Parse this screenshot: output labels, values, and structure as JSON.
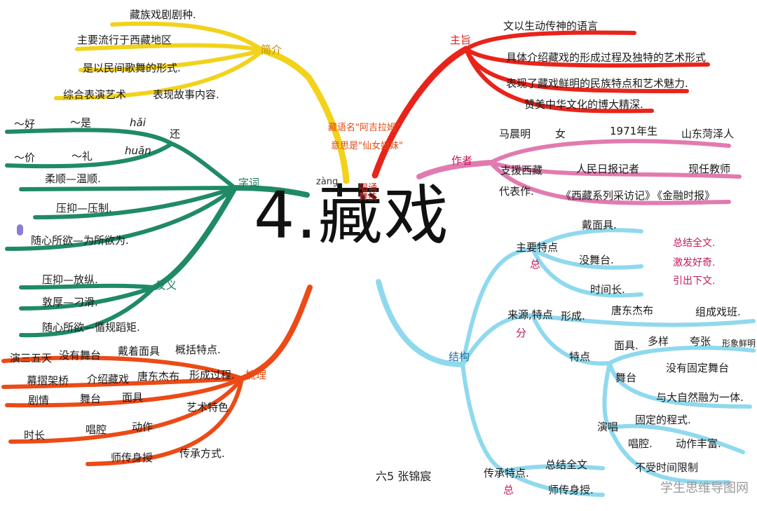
{
  "title": "4.藏戏",
  "title_pinyin": "zàng",
  "signature": "六5 张锦宸",
  "watermark": "学生思维导图网",
  "center_notes": [
    "藏语名\"阿吉拉姆\"",
    "意思是\"仙女姐妹\""
  ],
  "branches": {
    "jianjie": {
      "label": "简介",
      "items": [
        "藏族戏剧剧种.",
        "主要流行于西藏地区",
        "是以民间歌舞的形式.",
        "综合表演艺术",
        "表现故事内容."
      ]
    },
    "zhuzhi": {
      "label": "主旨",
      "items": [
        "文以生动传神的语言",
        "具体介绍藏戏的形成过程及独特的艺术形式",
        "表现了藏戏鲜明的民族特点和艺术魅力.",
        "赞美中华文化的博大精深."
      ]
    },
    "zuozhe": {
      "label": "作者",
      "row1": [
        "马晨明",
        "女",
        "1971年生",
        "山东菏泽人"
      ],
      "row2": [
        "支援西藏",
        "人民日报记者",
        "现任教师"
      ],
      "row3": [
        "代表作.",
        "《西藏系列采访记》",
        "《金融时报》"
      ]
    },
    "ziyin": {
      "label": "字词",
      "pinyin": [
        "hǎi",
        "huān"
      ],
      "items": [
        "～好",
        "～是",
        "还",
        "～价",
        "～礼",
        "柔顺—温顺.",
        "压抑—压制.",
        "随心所欲—为所欲为."
      ]
    },
    "fanyi": {
      "label": "反义",
      "items": [
        "压抑—放纵.",
        "敦厚—刁滑.",
        "随心所欲—循规蹈矩."
      ]
    },
    "shuli": {
      "label": "梳理",
      "items": [
        "演三五天",
        "没有舞台",
        "戴着面具",
        "概括特点.",
        "幕摺架桥",
        "介绍藏戏",
        "唐东杰布",
        "形成过程.",
        "剧情",
        "舞台",
        "面具",
        "艺术特色",
        "时长",
        "唱腔",
        "动作",
        "师传身授",
        "传承方式."
      ]
    },
    "changsong": {
      "label": "唱诵 舞技."
    },
    "jiegou": {
      "label": "结构",
      "total": "总",
      "fen": "分",
      "tedian": "主要特点",
      "tedian_items": [
        "戴面具.",
        "没舞台.",
        "时间长."
      ],
      "summary": [
        "总结全文.",
        "激发好奇.",
        "引出下文."
      ],
      "laiyuan": [
        "来源,特点",
        "形成.",
        "唐东杰布",
        "组成戏班."
      ],
      "tedian2": "特点",
      "mianju": [
        "面具.",
        "多样",
        "夸张",
        "形象鲜明"
      ],
      "wutai": [
        "舞台",
        "没有固定舞台",
        "与大自然融为一体."
      ],
      "yanchang": [
        "演唱",
        "固定的程式.",
        "唱腔.",
        "动作丰富.",
        "不受时间限制"
      ],
      "chuancheng": [
        "传承特点.",
        "总结全文",
        "师传身授."
      ]
    }
  },
  "colors": {
    "yellow": "#f2d21b",
    "red": "#e8241a",
    "pink": "#e27ab0",
    "green": "#1f8a67",
    "orange": "#ec4a16",
    "blue": "#8fd9ee"
  }
}
